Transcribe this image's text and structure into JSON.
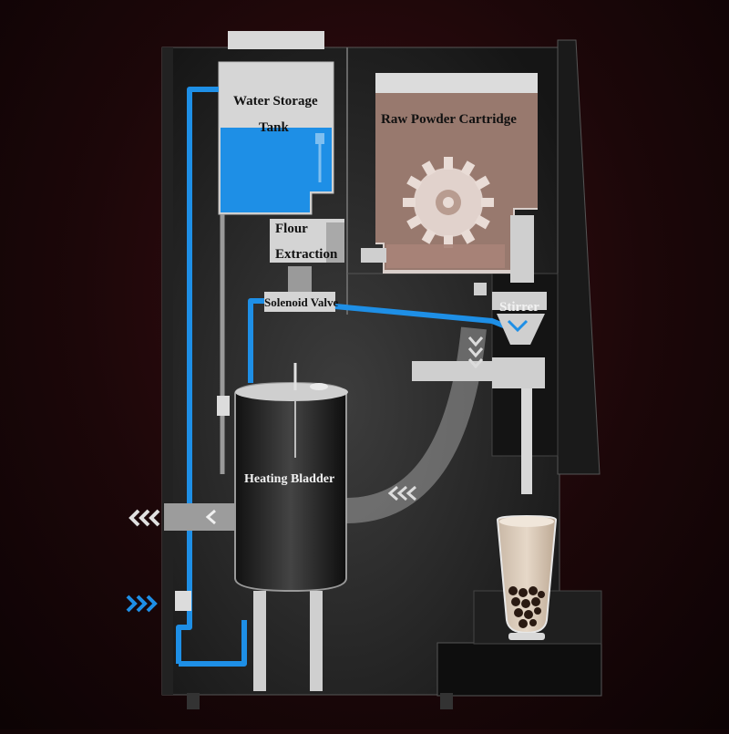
{
  "labels": {
    "water_storage_tank_line1": "Water Storage",
    "water_storage_tank_line2": "Tank",
    "raw_powder_cartridge": "Raw Powder Cartridge",
    "flour_extraction_line1": "Flour",
    "flour_extraction_line2": "Extraction",
    "solenoid_valve": "Solenoid Valve",
    "stirrer": "Stirrer",
    "heating_bladder": "Heating Bladder"
  },
  "colors": {
    "water_pipe": "#1e8fe6",
    "water": "#1e8fe6",
    "powder": "#8c6a5e",
    "machine_body": "#2b2b2b",
    "component_gray": "#cfcfcf",
    "arrow_out": "#e0e0e0",
    "arrow_in": "#1e8fe6"
  },
  "icons": {
    "outlet_arrow": "triple-chevron-left-icon",
    "inlet_arrow": "triple-chevron-right-icon",
    "flow_down_arrow": "triple-chevron-down-icon",
    "flow_left_arrow": "triple-chevron-left-icon",
    "gear": "gear-icon",
    "drink": "bubble-tea-cup-icon"
  }
}
